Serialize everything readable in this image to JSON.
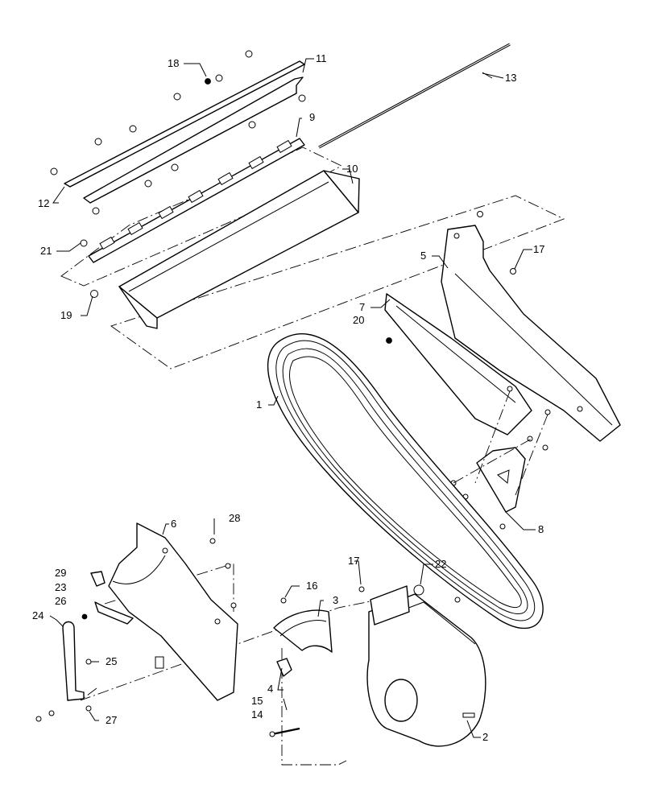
{
  "callouts": {
    "c1": "1",
    "c2": "2",
    "c3": "3",
    "c4": "4",
    "c5": "5",
    "c6": "6",
    "c7": "7",
    "c8": "8",
    "c9": "9",
    "c10": "10",
    "c11": "11",
    "c12": "12",
    "c13": "13",
    "c14": "14",
    "c15": "15",
    "c16": "16",
    "c17a": "17",
    "c17b": "17",
    "c18": "18",
    "c19": "19",
    "c20": "20",
    "c21": "21",
    "c22": "22",
    "c23": "23",
    "c24": "24",
    "c25": "25",
    "c26": "26",
    "c27": "27",
    "c28": "28",
    "c29": "29"
  }
}
